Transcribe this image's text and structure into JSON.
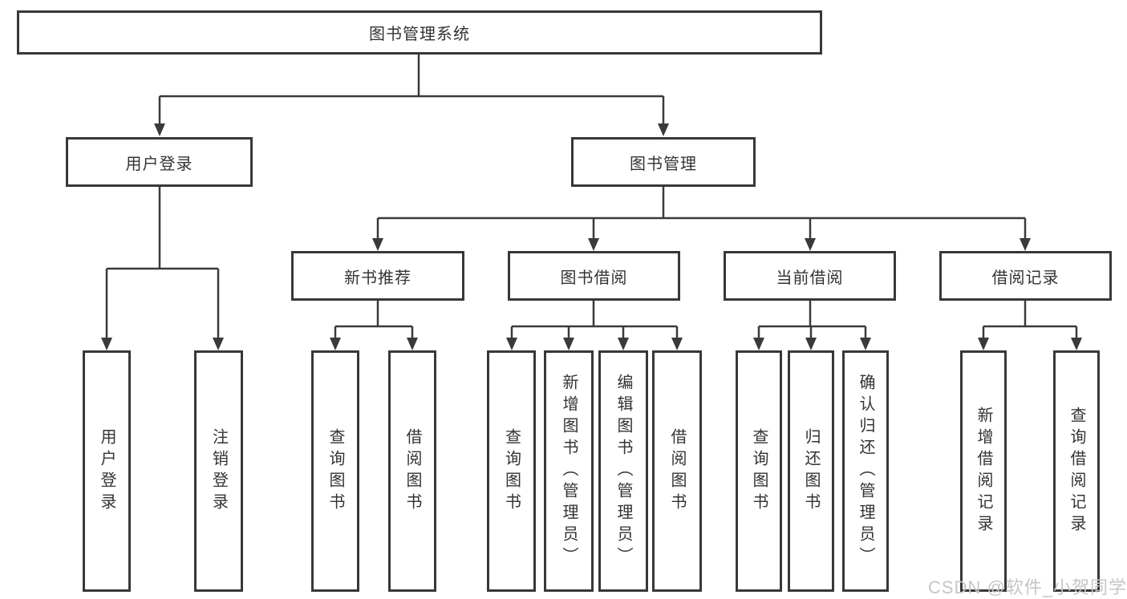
{
  "diagram": {
    "root": "图书管理系统",
    "l2": [
      "用户登录",
      "图书管理"
    ],
    "l3": [
      "新书推荐",
      "图书借阅",
      "当前借阅",
      "借阅记录"
    ],
    "leaves_user": [
      "用户登录",
      "注销登录"
    ],
    "leaves_newbook": [
      "查询图书",
      "借阅图书"
    ],
    "leaves_borrow": [
      "查询图书",
      "新增图书（管理员）",
      "编辑图书（管理员）",
      "借阅图书"
    ],
    "leaves_current": [
      "查询图书",
      "归还图书",
      "确认归还（管理员）"
    ],
    "leaves_record": [
      "新增借阅记录",
      "查询借阅记录"
    ]
  },
  "watermark": "CSDN @软件_小贺同学",
  "colors": {
    "line": "#3a3a3a",
    "box_border": "#383838",
    "box_fill": "#ffffff",
    "text": "#333333",
    "watermark": "#c6c6c6"
  }
}
